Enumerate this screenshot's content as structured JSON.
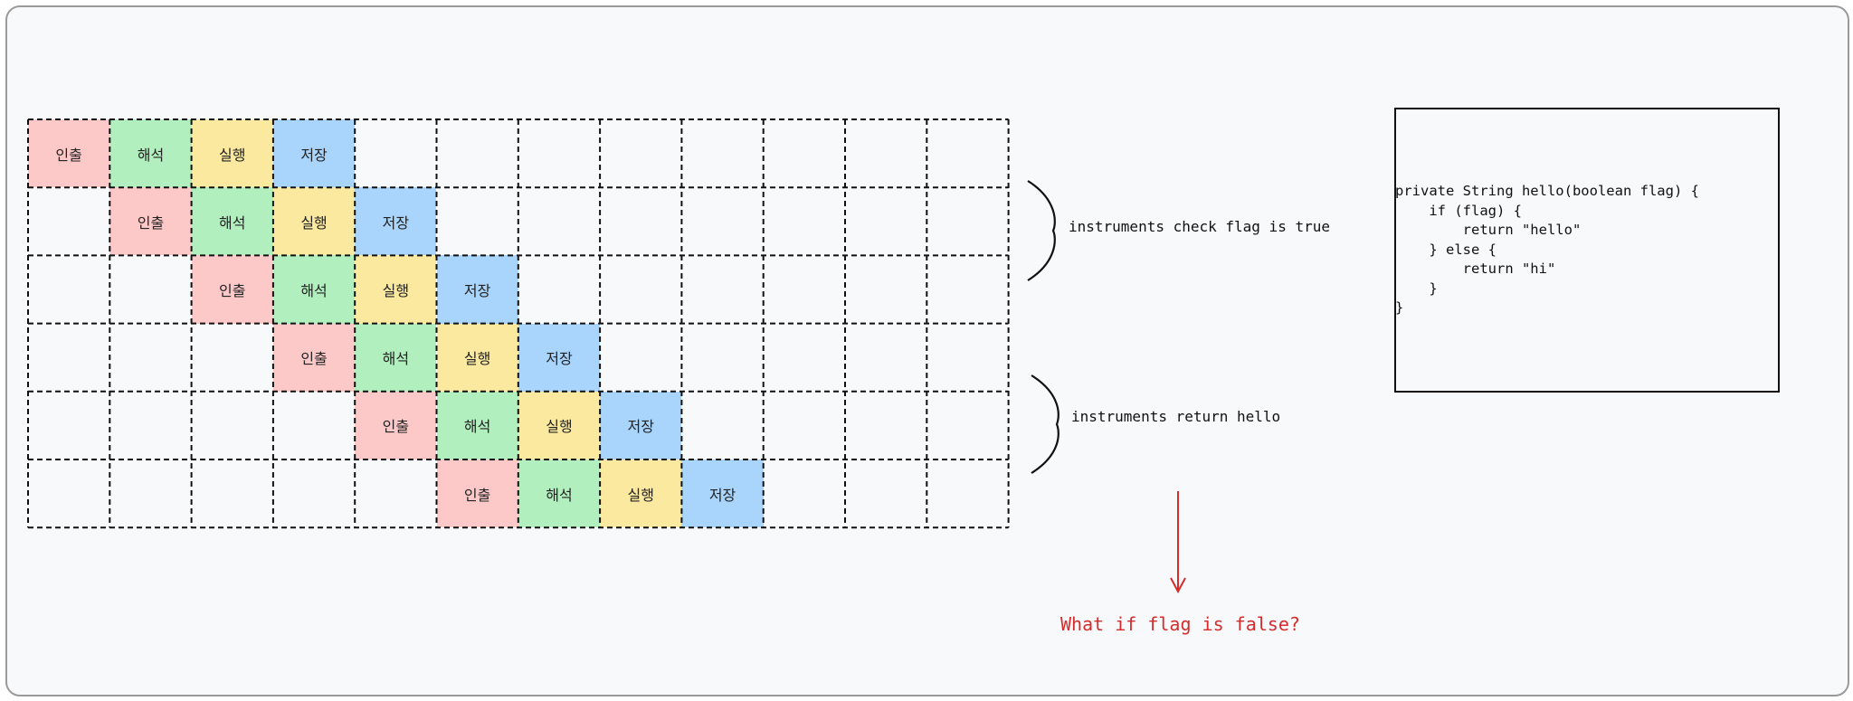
{
  "diagram": {
    "grid": {
      "rows": 6,
      "cols": 12
    },
    "stages": [
      "인출",
      "해석",
      "실행",
      "저장"
    ],
    "stage_colors": [
      "#fdc8c8",
      "#b2efbf",
      "#fbe9a0",
      "#a9d4fb"
    ],
    "annotations": {
      "check_flag": "instruments check flag is true",
      "return_hello": "instruments return hello"
    },
    "code_lines": [
      "private String hello(boolean flag) {",
      "    if (flag) {",
      "        return \"hello\"",
      "    } else {",
      "        return \"hi\"",
      "    }",
      "}"
    ],
    "question": "What if flag is false?",
    "question_color": "#d42c2c"
  }
}
